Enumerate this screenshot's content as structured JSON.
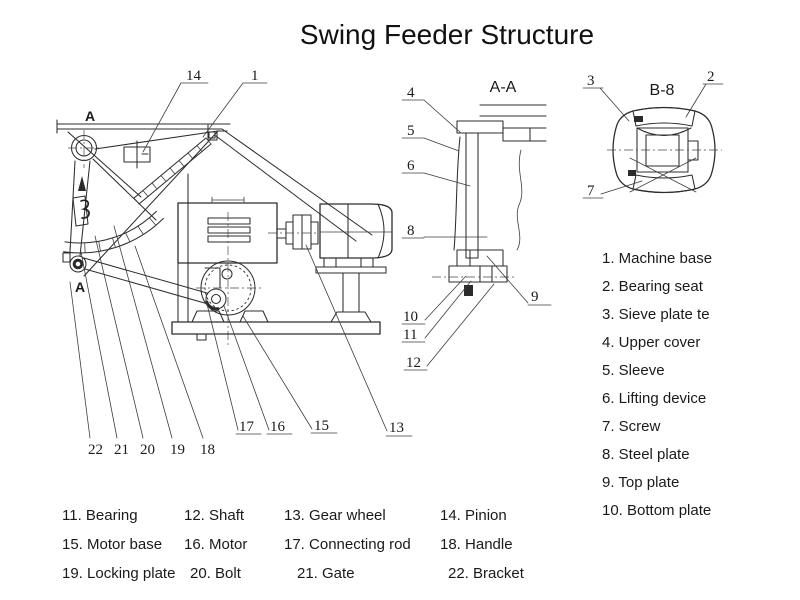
{
  "title": "Swing Feeder Structure",
  "colors": {
    "ink": "#1f1f1f",
    "line": "#2d2d2d",
    "background": "#ffffff"
  },
  "main_view": {
    "section_marker_top": "A",
    "section_marker_bottom": "A",
    "callouts": {
      "c1": "1",
      "c13": "13",
      "c14": "14",
      "c15": "15",
      "c16": "16",
      "c17": "17",
      "c18": "18",
      "c19": "19",
      "c20": "20",
      "c21": "21",
      "c22": "22"
    }
  },
  "section_aa": {
    "title": "A-A",
    "callouts": {
      "c4": "4",
      "c5": "5",
      "c6": "6",
      "c8": "8",
      "c9": "9",
      "c10": "10",
      "c11": "11",
      "c12": "12"
    }
  },
  "detail_b8": {
    "title": "B-8",
    "callouts": {
      "c2": "2",
      "c3": "3",
      "c7": "7"
    }
  },
  "legend_right": {
    "items": [
      "1. Machine base",
      "2. Bearing seat",
      "3. Sieve plate te",
      "4. Upper cover",
      "5. Sleeve",
      "6. Lifting device",
      "7. Screw",
      "8. Steel plate",
      "9. Top plate",
      "10. Bottom plate"
    ]
  },
  "legend_bottom": {
    "rows": [
      [
        "11. Bearing",
        "12. Shaft",
        "13. Gear wheel",
        "14. Pinion"
      ],
      [
        "15. Motor base",
        "16. Motor",
        "17. Connecting rod",
        "18. Handle"
      ],
      [
        "19. Locking plate",
        "20. Bolt",
        "21. Gate",
        "22. Bracket"
      ]
    ]
  }
}
